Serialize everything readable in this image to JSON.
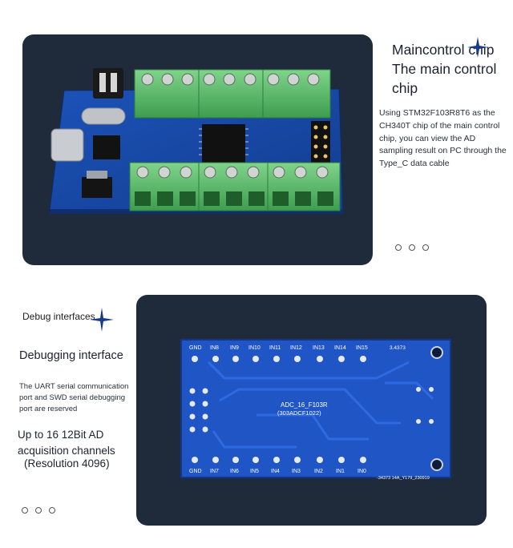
{
  "section1": {
    "title": "Maincontrol chip The main control chip",
    "description": "Using STM32F103R8T6 as the CH340T chip of the main control chip, you can view the AD sampling result on PC through the Type_C data cable"
  },
  "section2": {
    "tag": "Debug interfaces",
    "title": "Debugging interface",
    "description": "The UART serial communication port and SWD serial debugging port are reserved",
    "adc_text": "Up to 16 12Bit AD acquisition channels",
    "resolution_text": "(Resolution 4096)"
  },
  "board_back": {
    "top_pins": [
      "GND",
      "IN8",
      "IN9",
      "IN10",
      "IN11",
      "IN12",
      "IN13",
      "IN14",
      "IN15"
    ],
    "bottom_pins": [
      "GND",
      "IN7",
      "IN6",
      "IN5",
      "IN4",
      "IN3",
      "IN2",
      "IN1",
      "IN0"
    ],
    "model": "ADC_16_F103R",
    "code": "(303ADCF1022)",
    "top_right_code": "3.4373",
    "bottom_right_code": "-34373 14A_Y179_230919"
  },
  "colors": {
    "panel_bg": "#1f2a3b",
    "pcb_blue": "#1749a8",
    "terminal_green": "#5fbf6a"
  }
}
